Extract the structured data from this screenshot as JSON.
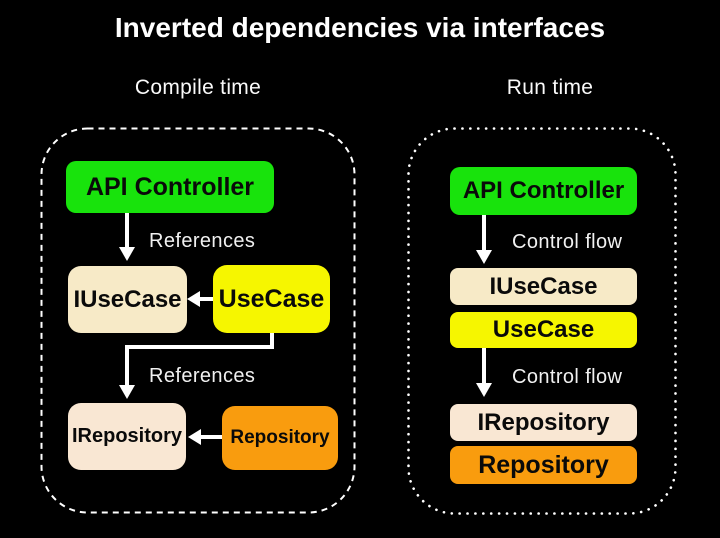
{
  "title": "Inverted dependencies via interfaces",
  "panels": {
    "compile": {
      "heading": "Compile time",
      "boxes": {
        "api_controller": "API Controller",
        "iusecase": "IUseCase",
        "usecase": "UseCase",
        "irepository": "IRepository",
        "repository": "Repository"
      },
      "edge_labels": [
        "References",
        "References"
      ]
    },
    "run": {
      "heading": "Run time",
      "boxes": {
        "api_controller": "API Controller",
        "iusecase": "IUseCase",
        "usecase": "UseCase",
        "irepository": "IRepository",
        "repository": "Repository"
      },
      "edge_labels": [
        "Control flow",
        "Control flow"
      ]
    }
  },
  "colors": {
    "background": "#000000",
    "controller_green": "#18e30c",
    "interface_cream": "#f7eac7",
    "interface_peach": "#f9e7d3",
    "usecase_yellow": "#f6f600",
    "repository_orange": "#f99c0e",
    "box_text": "#0a0a0a",
    "edge_label": "#f0f0f0",
    "outline_white": "#ffffff"
  }
}
